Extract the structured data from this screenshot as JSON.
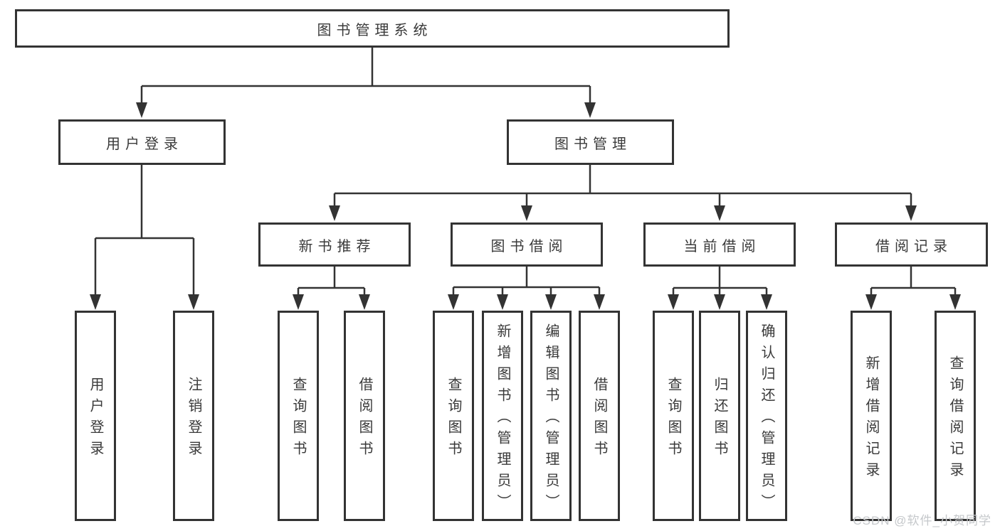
{
  "tree": {
    "label": "图书管理系统",
    "children": [
      {
        "label": "用户登录",
        "children": [
          {
            "label": "用户登录"
          },
          {
            "label": "注销登录"
          }
        ]
      },
      {
        "label": "图书管理",
        "children": [
          {
            "label": "新书推荐",
            "children": [
              {
                "label": "查询图书"
              },
              {
                "label": "借阅图书"
              }
            ]
          },
          {
            "label": "图书借阅",
            "children": [
              {
                "label": "查询图书"
              },
              {
                "label": "新增图书（管理员）"
              },
              {
                "label": "编辑图书（管理员）"
              },
              {
                "label": "借阅图书"
              }
            ]
          },
          {
            "label": "当前借阅",
            "children": [
              {
                "label": "查询图书"
              },
              {
                "label": "归还图书"
              },
              {
                "label": "确认归还（管理员）"
              }
            ]
          },
          {
            "label": "借阅记录",
            "children": [
              {
                "label": "新增借阅记录"
              },
              {
                "label": "查询借阅记录"
              }
            ]
          }
        ]
      }
    ]
  },
  "watermark": "CSDN @软件_小贺同学",
  "colors": {
    "line": "#333333",
    "box_border": "#333333",
    "text": "#3a3a3a",
    "background": "#ffffff",
    "watermark": "#c5c8cb"
  }
}
